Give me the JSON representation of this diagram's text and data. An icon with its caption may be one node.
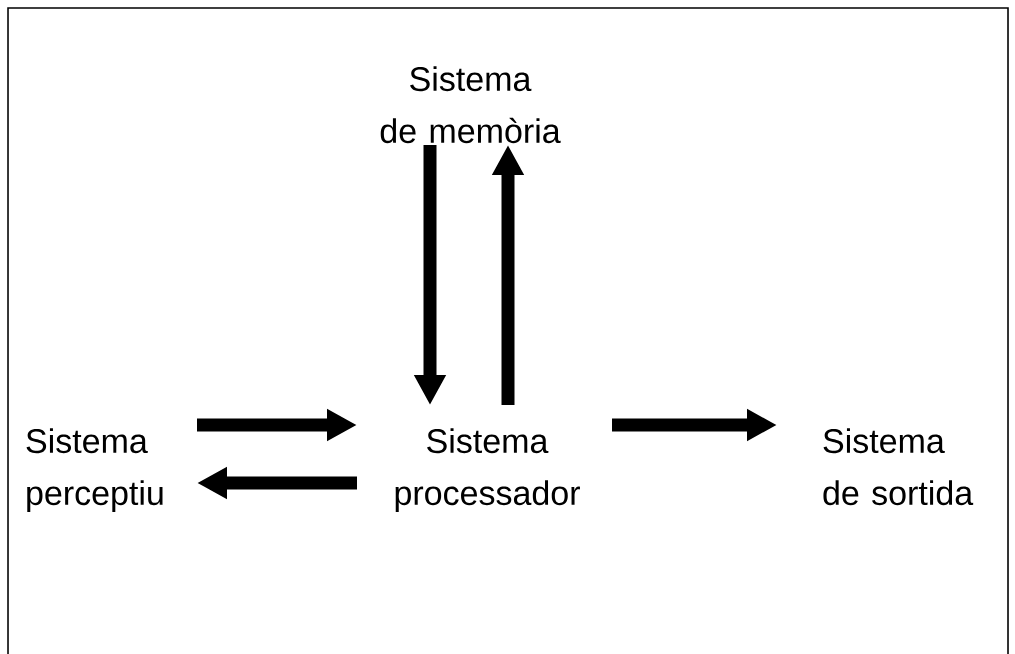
{
  "diagram": {
    "nodes": [
      {
        "text": [
          "Sistema de memòria"
        ]
      },
      {
        "text": [
          "Sistema perceptiu"
        ]
      },
      {
        "text": [
          "Sistema processador"
        ]
      },
      {
        "text": [
          "Sistema de sortida"
        ]
      }
    ],
    "edges": [
      {
        "from": 0,
        "to": 2,
        "arrow": "to"
      },
      {
        "from": 2,
        "to": 0,
        "arrow": "to"
      },
      {
        "from": 1,
        "to": 2,
        "arrow": "to"
      },
      {
        "from": 2,
        "to": 1,
        "arrow": "to"
      },
      {
        "from": 2,
        "to": 3,
        "arrow": "to"
      }
    ]
  }
}
